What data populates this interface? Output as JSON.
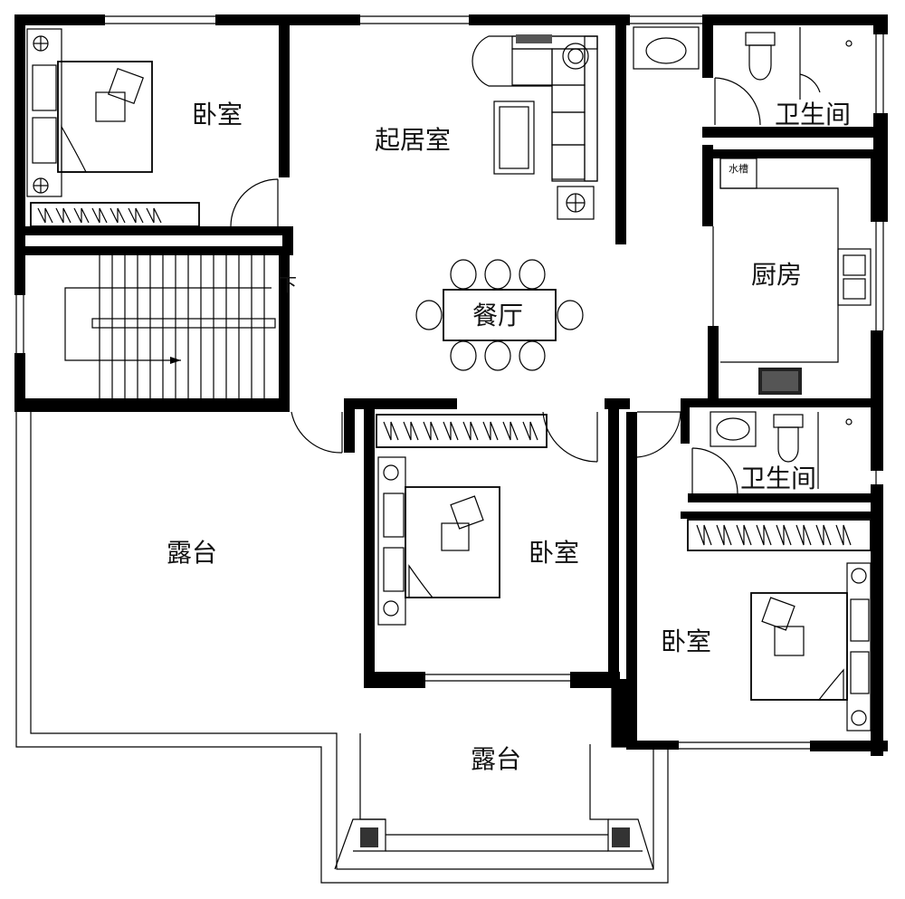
{
  "rooms": {
    "bedroom_nw": "卧室",
    "living_room": "起居室",
    "dining": "餐厅",
    "kitchen": "厨房",
    "bath_top": "卫生间",
    "bath_mid": "卫生间",
    "bedroom_center": "卧室",
    "bedroom_se": "卧室",
    "terrace_west": "露台",
    "terrace_south": "露台"
  },
  "annotations": {
    "stair_down": "下",
    "kitchen_sink_tag": "水槽"
  }
}
